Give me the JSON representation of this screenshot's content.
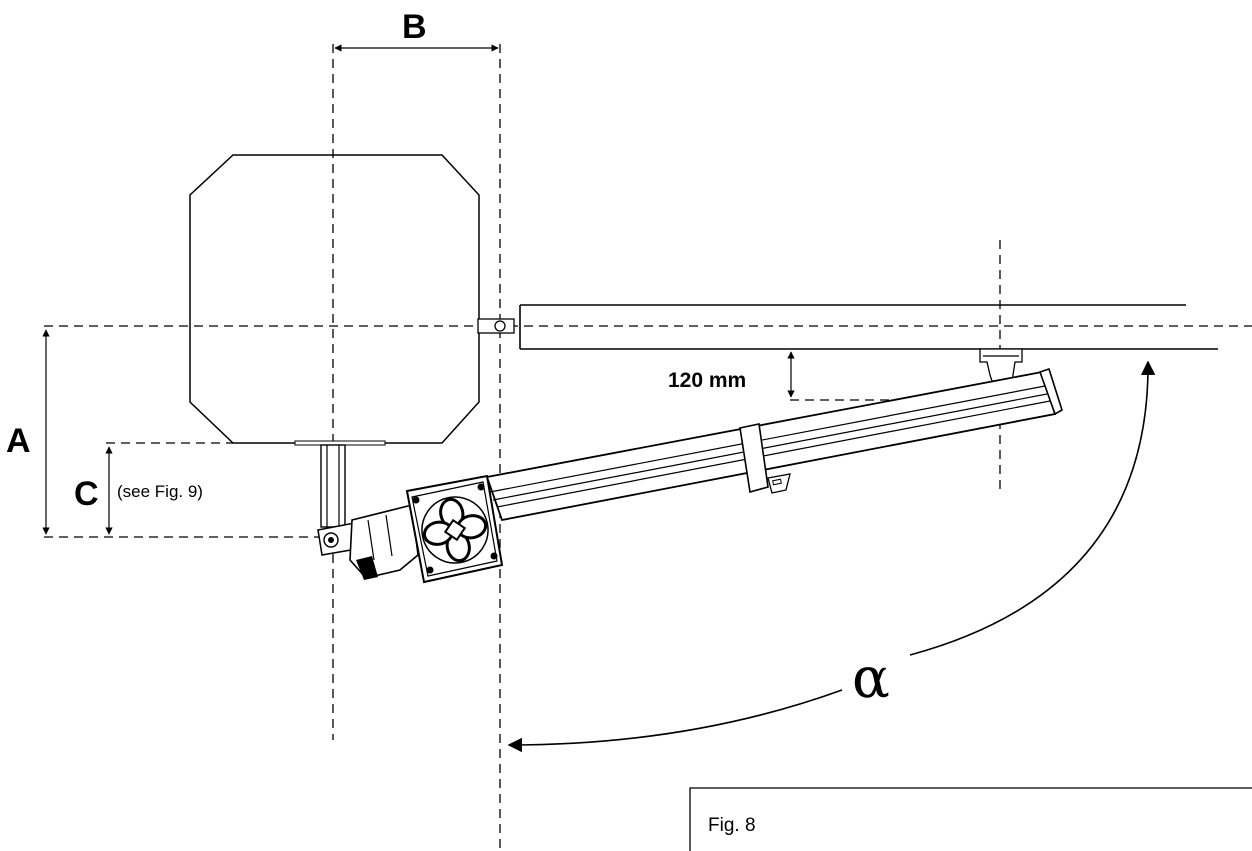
{
  "dimensions": {
    "a": "A",
    "b": "B",
    "c": "C",
    "c_note": "(see Fig. 9)",
    "offset": "120 mm",
    "angle": "α"
  },
  "figure": {
    "caption": "Fig. 8"
  }
}
